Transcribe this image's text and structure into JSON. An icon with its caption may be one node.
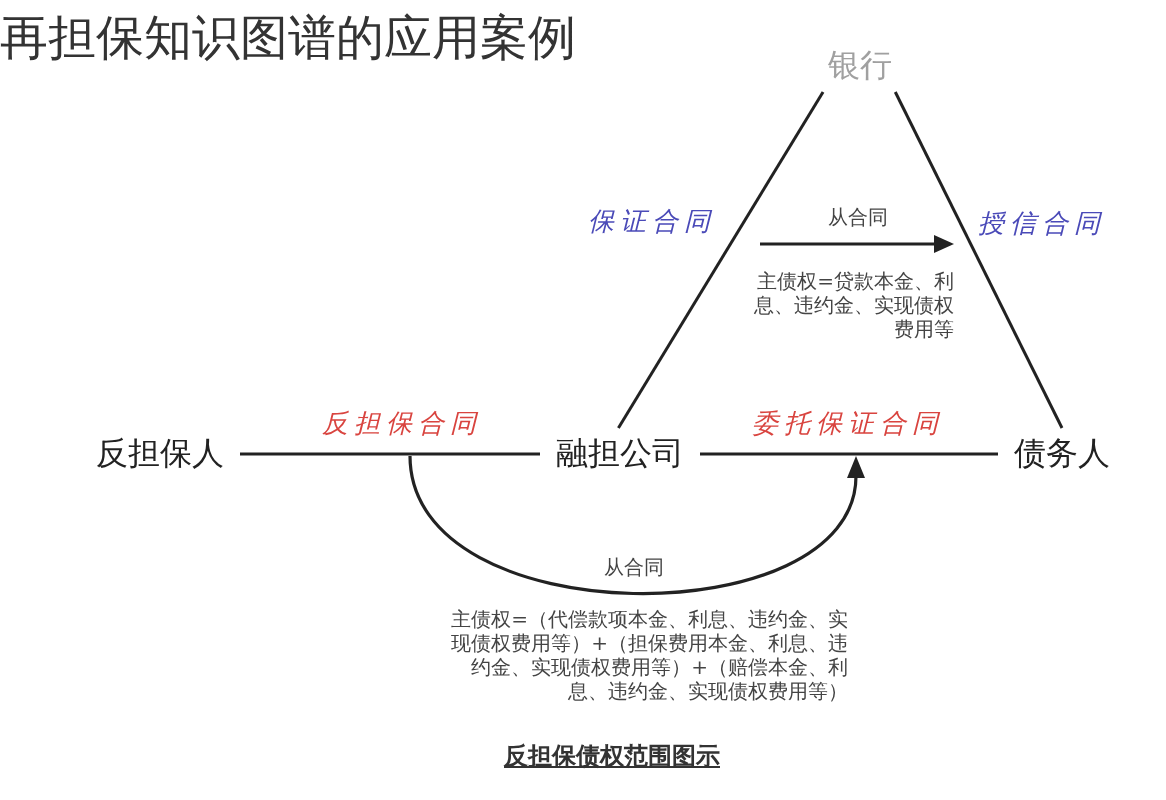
{
  "diagram": {
    "title": "再担保知识图谱的应用案例",
    "nodes": [
      {
        "text": [
          "银行"
        ]
      },
      {
        "text": [
          "反担保人"
        ]
      },
      {
        "text": [
          "融担公司"
        ]
      },
      {
        "text": [
          "债务人"
        ]
      }
    ],
    "edges": [
      {
        "from": 0,
        "to": 2,
        "arrow": "none",
        "label": "保证合同"
      },
      {
        "from": 0,
        "to": 3,
        "arrow": "none",
        "label": "授信合同"
      },
      {
        "from": 1,
        "to": 2,
        "arrow": "none",
        "label": "反担保合同"
      },
      {
        "from": 2,
        "to": 3,
        "arrow": "none",
        "label": "委托保证合同"
      }
    ],
    "labels": [
      "从合同",
      "主债权=贷款本金、利息、违约金、实现债权费用等",
      "从合同",
      "主债权=（代偿款项本金、利息、违约金、实现债权费用等）+（担保费用本金、利息、违约金、实现债权费用等）+（赔偿本金、利息、违约金、实现债权费用等）"
    ],
    "caption": "反担保债权范围图示"
  }
}
